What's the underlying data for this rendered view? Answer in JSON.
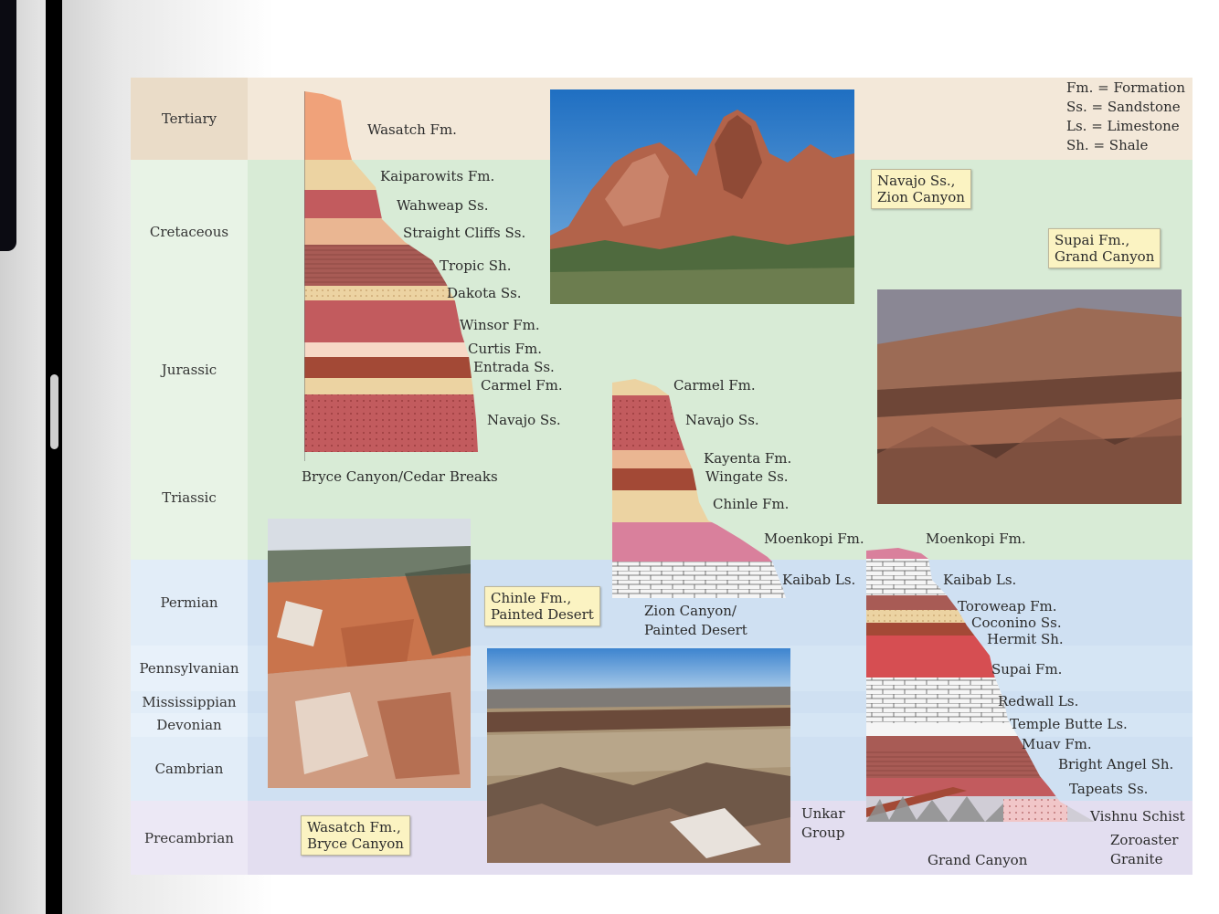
{
  "legend": [
    "Fm. = Formation",
    "Ss. = Sandstone",
    "Ls. = Limestone",
    "Sh. = Shale"
  ],
  "eras": [
    {
      "name": "Tertiary",
      "color": "#f3e8d9"
    },
    {
      "name": "Cretaceous",
      "color": "#d8ebd6"
    },
    {
      "name": "Jurassic",
      "color": "#d8ebd6"
    },
    {
      "name": "Triassic",
      "color": "#d8ebd6"
    },
    {
      "name": "Permian",
      "color": "#cfe0f2"
    },
    {
      "name": "Pennsylvanian",
      "color": "#d5e5f4"
    },
    {
      "name": "Mississippian",
      "color": "#cfe0f2"
    },
    {
      "name": "Devonian",
      "color": "#d5e5f4"
    },
    {
      "name": "Cambrian",
      "color": "#cfe0f2"
    },
    {
      "name": "Precambrian",
      "color": "#e3def0"
    }
  ],
  "bryce": {
    "column_label": "Bryce Canyon/Cedar Breaks",
    "units": [
      "Wasatch Fm.",
      "Kaiparowits Fm.",
      "Wahweap Ss.",
      "Straight Cliffs Ss.",
      "Tropic Sh.",
      "Dakota Ss.",
      "Winsor Fm.",
      "Curtis Fm.",
      "Entrada Ss.",
      "Carmel Fm.",
      "Navajo Ss."
    ]
  },
  "zion": {
    "column_label": [
      "Zion Canyon/",
      "Painted Desert"
    ],
    "units": [
      "Carmel Fm.",
      "Navajo Ss.",
      "Kayenta Fm.",
      "Wingate Ss.",
      "Chinle Fm.",
      "Moenkopi Fm.",
      "Kaibab Ls."
    ]
  },
  "grand": {
    "column_label": "Grand Canyon",
    "units": [
      "Moenkopi Fm.",
      "Kaibab Ls.",
      "Toroweap Fm.",
      "Coconino Ss.",
      "Hermit Sh.",
      "Supai Fm.",
      "Redwall Ls.",
      "Temple Butte Ls.",
      "Muav Fm.",
      "Bright Angel Sh.",
      "Tapeats Ss.",
      "Vishnu Schist",
      "Zoroaster",
      "Granite"
    ],
    "unkar": [
      "Unkar",
      "Group"
    ]
  },
  "captions": {
    "zion_photo": [
      "Navajo Ss.,",
      "Zion Canyon"
    ],
    "supai_photo": [
      "Supai Fm.,",
      "Grand Canyon"
    ],
    "chinle_photo": [
      "Chinle Fm.,",
      "Painted Desert"
    ],
    "bryce_photo": [
      "Wasatch Fm.,",
      "Bryce Canyon"
    ]
  },
  "colors": {
    "red": "#c25b5e",
    "tan": "#ecd3a2",
    "orange": "#f0a27a",
    "brown": "#a34936",
    "pink": "#d9809c",
    "limestone": "#f4f4f4",
    "deep_red": "#d64e52"
  }
}
